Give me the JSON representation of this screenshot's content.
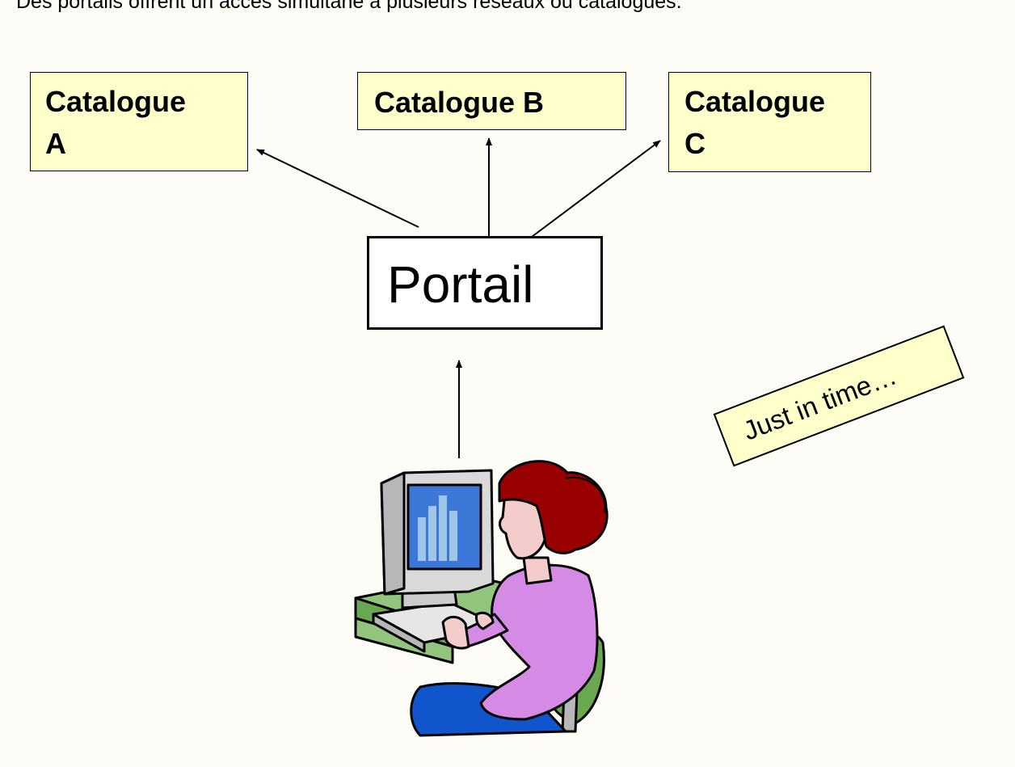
{
  "caption": "Des portails offrent un accès simultané à plusieurs réseaux ou catalogues.",
  "catalogues": {
    "a": {
      "line1": "Catalogue",
      "line2": "A"
    },
    "b": {
      "line1": "Catalogue B"
    },
    "c": {
      "line1": "Catalogue",
      "line2": "C"
    }
  },
  "portal": {
    "label": "Portail"
  },
  "note": {
    "label": "Just in time…"
  },
  "colors": {
    "background": "#fdfcf6",
    "note_fill": "#ffffcc",
    "portal_fill": "#ffffff"
  },
  "clipart": {
    "icon": "woman-at-computer-icon"
  }
}
